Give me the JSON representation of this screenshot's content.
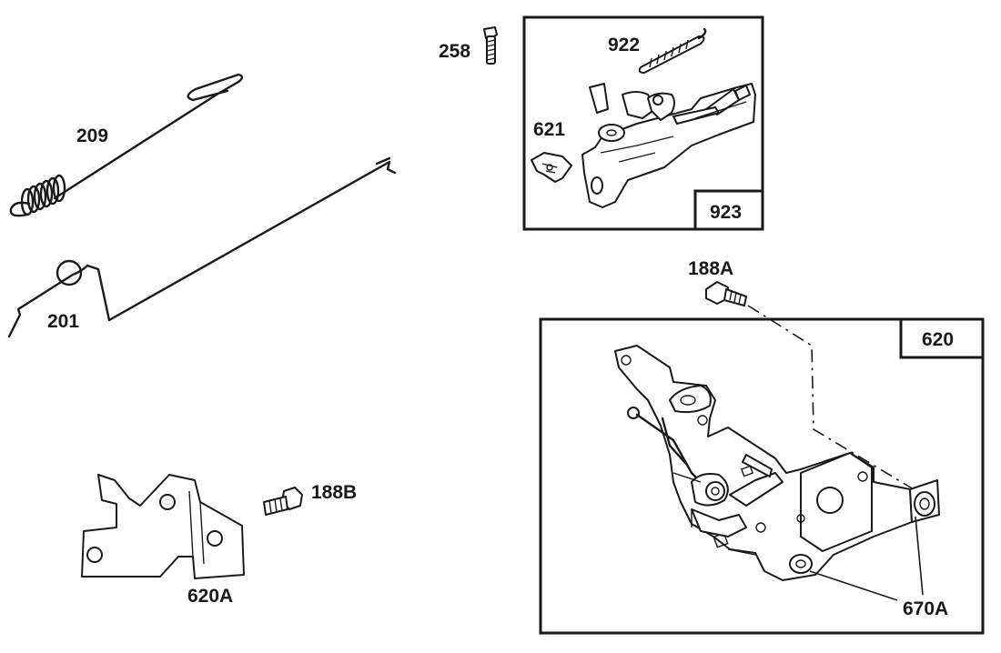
{
  "labels": {
    "p209": "209",
    "p201": "201",
    "p258": "258",
    "p922": "922",
    "p621": "621",
    "p923": "923",
    "p188a": "188A",
    "p620": "620",
    "p188b": "188B",
    "p620a": "620A",
    "p670a": "670A"
  }
}
